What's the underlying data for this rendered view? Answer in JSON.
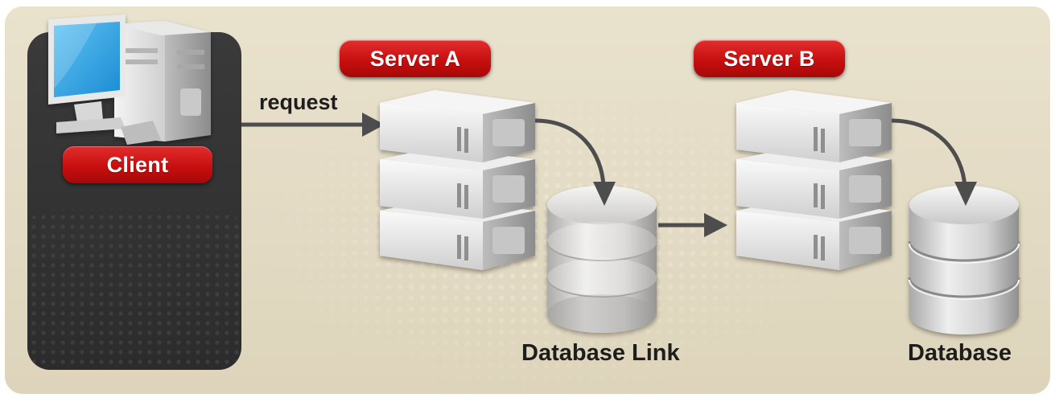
{
  "labels": {
    "client": "Client",
    "server_a": "Server A",
    "server_b": "Server B",
    "request": "request",
    "database_link": "Database Link",
    "database": "Database"
  },
  "colors": {
    "background": "#e4dcc6",
    "client_panel": "#333333",
    "label_pill": "#cc1010",
    "arrow": "#4d4d4d"
  },
  "icons": [
    "desktop-computer-icon",
    "server-stack-icon",
    "database-icon",
    "arrow-icon"
  ]
}
